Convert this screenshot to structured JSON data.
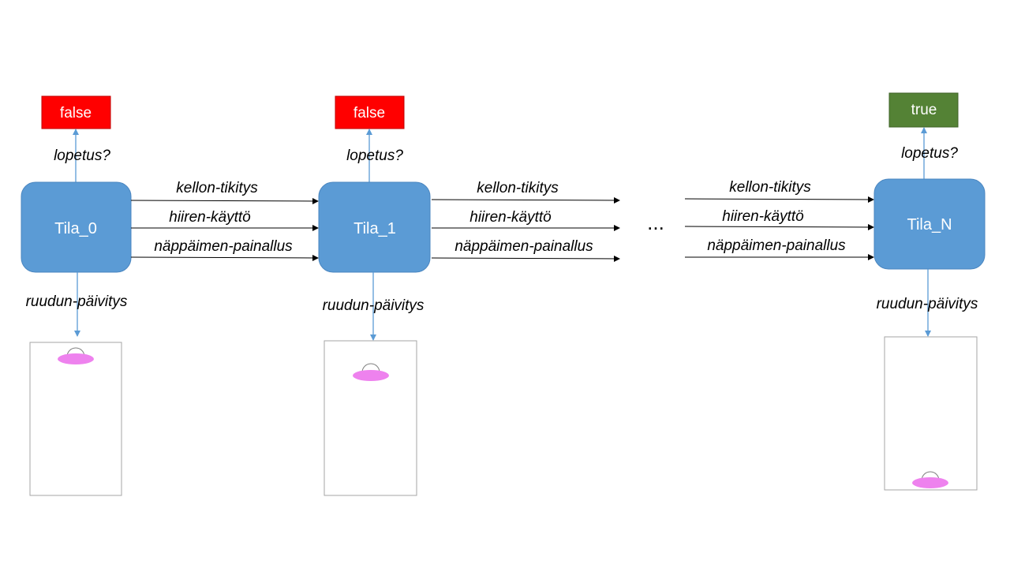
{
  "states": [
    {
      "label": "Tila_0",
      "result": "false",
      "result_color": "#ff0000"
    },
    {
      "label": "Tila_1",
      "result": "false",
      "result_color": "#ff0000"
    },
    {
      "label": "Tila_N",
      "result": "true",
      "result_color": "#548235"
    }
  ],
  "state_color": "#5b9bd5",
  "edges": {
    "query": "lopetus?",
    "render": "ruudun-päivitys",
    "events": [
      "kellon-tikitys",
      "hiiren-käyttö",
      "näppäimen-painallus"
    ]
  },
  "ellipsis": "...",
  "screens": [
    {
      "ufo_level": "top"
    },
    {
      "ufo_level": "near-top"
    },
    {
      "ufo_level": "bottom"
    }
  ],
  "ufo_color": "#ee82ee"
}
